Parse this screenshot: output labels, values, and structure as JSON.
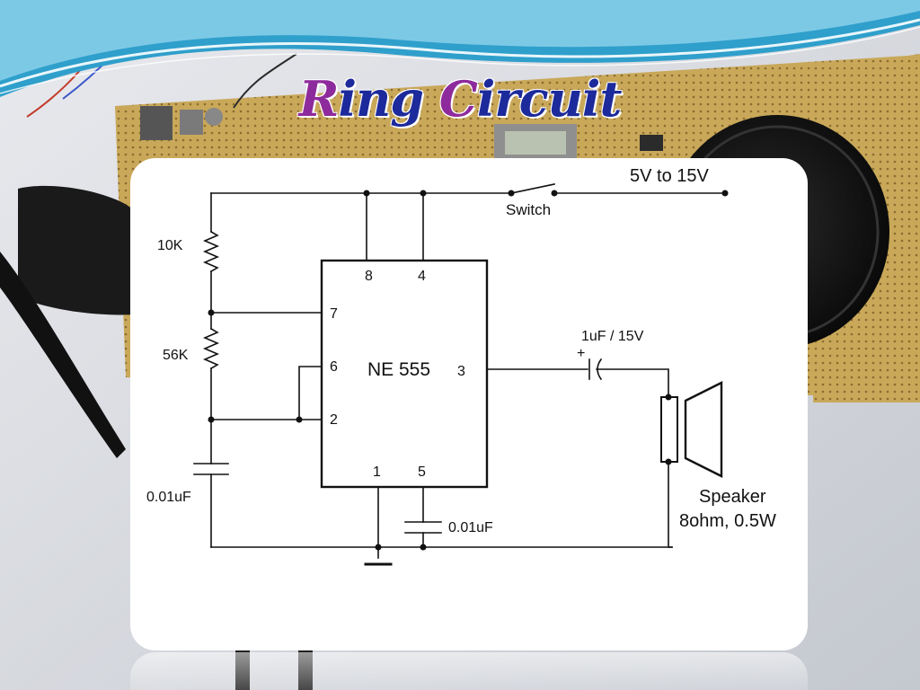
{
  "slide": {
    "title_first_cap": "R",
    "title_first_rest": "ing ",
    "title_second_cap": "C",
    "title_second_rest": "ircuit"
  },
  "schematic": {
    "supply_label": "5V to 15V",
    "switch_label": "Switch",
    "resistor_top_label": "10K",
    "resistor_bottom_label": "56K",
    "timing_cap_label": "0.01uF",
    "control_cap_label": "0.01uF",
    "coupling_cap_label": "1uF / 15V",
    "coupling_cap_polarity": "+",
    "ic_label": "NE 555",
    "pins": {
      "p8": "8",
      "p4": "4",
      "p7": "7",
      "p6": "6",
      "p2": "2",
      "p3": "3",
      "p1": "1",
      "p5": "5"
    },
    "speaker_label_line1": "Speaker",
    "speaker_label_line2": "8ohm, 0.5W"
  },
  "colors": {
    "title": "#1d2a9b",
    "title_caps": "#8e2b9c",
    "wire": "#111111",
    "card": "#ffffff",
    "board": "#c9a85a",
    "speaker": "#151515"
  }
}
